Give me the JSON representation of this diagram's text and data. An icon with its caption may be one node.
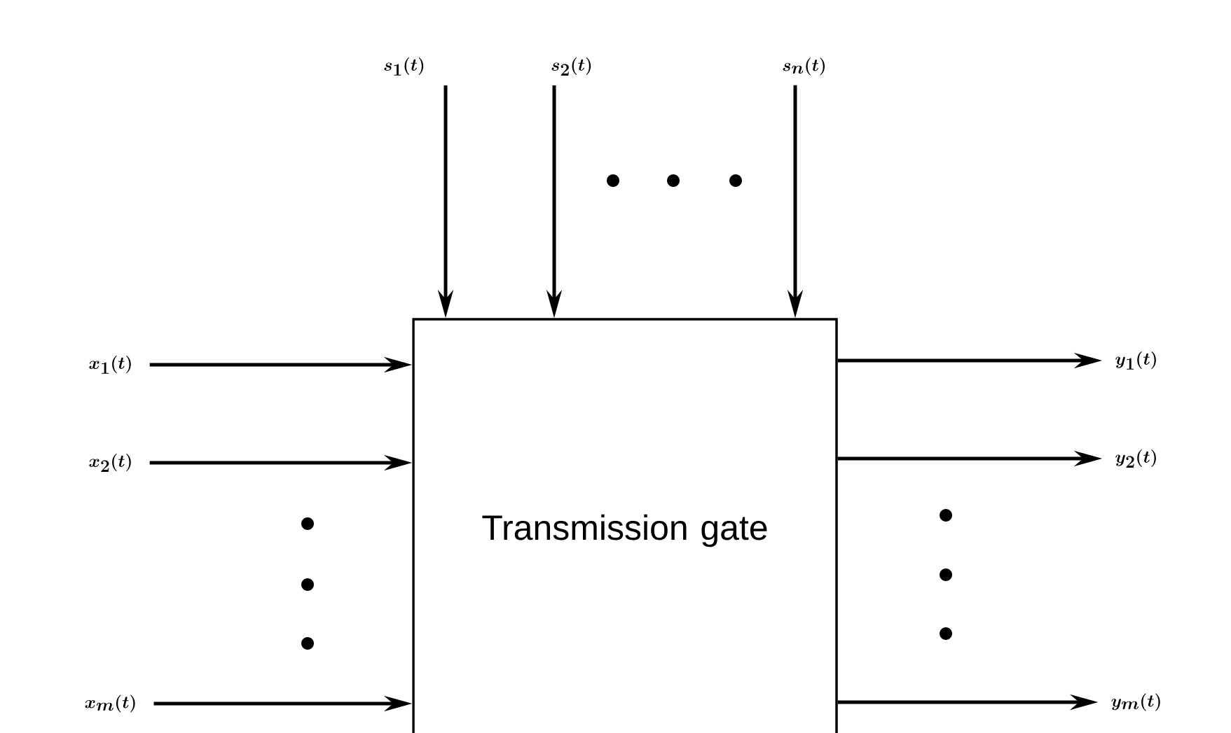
{
  "diagram": {
    "nodes": [
      {
        "text": [
          "Transmission gate"
        ]
      },
      {
        "text": [
          "s_1(t)"
        ]
      },
      {
        "text": [
          "s_2(t)"
        ]
      },
      {
        "text": [
          "s_n(t)"
        ]
      },
      {
        "text": [
          "x_1(t)"
        ]
      },
      {
        "text": [
          "x_2(t)"
        ]
      },
      {
        "text": [
          "x_m(t)"
        ]
      },
      {
        "text": [
          "y_1(t)"
        ]
      },
      {
        "text": [
          "y_2(t)"
        ]
      },
      {
        "text": [
          "y_m(t)"
        ]
      }
    ],
    "edges": [
      {
        "from": 1,
        "to": 0,
        "arrow": "to"
      },
      {
        "from": 2,
        "to": 0,
        "arrow": "to"
      },
      {
        "from": 3,
        "to": 0,
        "arrow": "to"
      },
      {
        "from": 4,
        "to": 0,
        "arrow": "to"
      },
      {
        "from": 5,
        "to": 0,
        "arrow": "to"
      },
      {
        "from": 6,
        "to": 0,
        "arrow": "to"
      },
      {
        "from": 0,
        "to": 7,
        "arrow": "to"
      },
      {
        "from": 0,
        "to": 8,
        "arrow": "to"
      },
      {
        "from": 0,
        "to": 9,
        "arrow": "to"
      }
    ]
  }
}
